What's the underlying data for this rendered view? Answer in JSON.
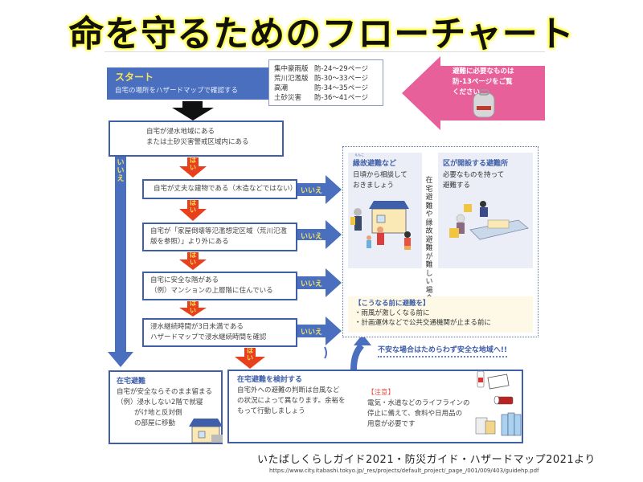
{
  "title": "命を守るためのフローチャート",
  "start": {
    "label": "スタート",
    "subtitle": "自宅の場所をハザードマップで確認する"
  },
  "page_refs": [
    {
      "hazard": "集中豪雨版",
      "pages": "防-24〜29ページ"
    },
    {
      "hazard": "荒川氾濫版",
      "pages": "防-30〜33ページ"
    },
    {
      "hazard": "高潮",
      "pages": "防-34〜35ページ"
    },
    {
      "hazard": "土砂災害",
      "pages": "防-36〜41ページ"
    }
  ],
  "supplies_note": {
    "line1": "避難に必要なものは",
    "line2": "防-13ページをご覧",
    "line3": "ください"
  },
  "questions": [
    {
      "line1": "自宅が浸水地域にある",
      "line2": "または土砂災害警戒区域内にある"
    },
    {
      "line1": "自宅が丈夫な建物である（木造などではない）",
      "line2": ""
    },
    {
      "line1": "自宅が「家屋倒壊等氾濫想定区域（荒川氾濫",
      "line2": "版を参照）」より外にある"
    },
    {
      "line1": "自宅に安全な階がある",
      "line2": "（例）マンションの上層階に住んでいる"
    },
    {
      "line1": "浸水継続時間が3日未満である",
      "line2": "ハザードマップで浸水継続時間を確認"
    }
  ],
  "labels": {
    "yes_1": "は",
    "yes_2": "い",
    "no": "いいえ",
    "no_v1": "い",
    "no_v2": "い",
    "no_v3": "え"
  },
  "evacuation_panel": {
    "card_a": {
      "ruby": "えんこ",
      "title": "縁故避難など",
      "line1": "日頃から相談して",
      "line2": "おきましょう"
    },
    "card_b": {
      "title": "区が開設する避難所",
      "line1": "必要なものを持って",
      "line2": "避難する"
    },
    "vertical_note": "在宅避難や縁故避難が難しい場合",
    "before_title": "【こうなる前に避難を】",
    "before_items": [
      "・雨風が激しくなる前に",
      "・計画運休などで公共交通機関が止まる前に"
    ]
  },
  "anxious_note": "不安な場合はためらわず安全な地域へ!!",
  "stay_home": {
    "title": "在宅避難",
    "line1": "自宅が安全ならそのまま留まる",
    "line2": "（例）浸水しない2階で就寝",
    "line3": "がけ地と反対側",
    "line4": "の部屋に移動"
  },
  "consider_home": {
    "title": "在宅避難を検討する",
    "line1": "自宅外への避難の判断は台風など",
    "line2": "の状況によって異なります。余裕を",
    "line3": "もって行動しましょう",
    "caution_title": "【注意】",
    "caution1": "電気・水道などのライフラインの",
    "caution2": "停止に備えて、食料や日用品の",
    "caution3": "用意が必要です"
  },
  "source": "いたばしくらしガイド2021・防災ガイド・ハザードマップ2021より",
  "url": "https://www.city.itabashi.tokyo.jp/_res/projects/default_project/_page_/001/009/403/guidehp.pdf",
  "colors": {
    "flow_blue": "#4a6fbf",
    "yes_red": "#e8401c",
    "label_yellow": "#f5e35b",
    "pink": "#e8609a"
  }
}
